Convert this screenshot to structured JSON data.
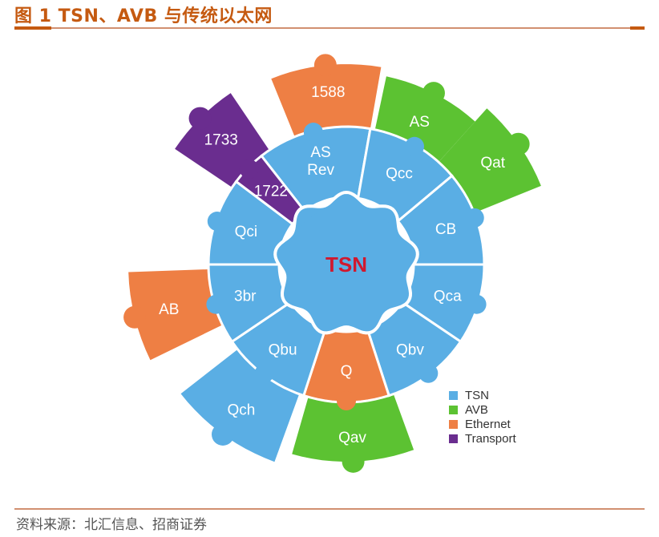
{
  "title": "图 1 TSN、AVB 与传统以太网",
  "source": "资料来源：北汇信息、招商证券",
  "colors": {
    "tsn": "#5aaee4",
    "avb": "#5cc232",
    "ethernet": "#ee7f44",
    "transport": "#6a2d8f",
    "center": "#5aaee4",
    "center_text": "#d0192f",
    "title": "#c55a11",
    "rule": "#d19070"
  },
  "center": "TSN",
  "segments": [
    {
      "label": "AS Rev",
      "label_lines": [
        "AS",
        "Rev"
      ],
      "category": "tsn"
    },
    {
      "label": "Qcc",
      "category": "tsn"
    },
    {
      "label": "CB",
      "category": "tsn"
    },
    {
      "label": "Qca",
      "category": "tsn"
    },
    {
      "label": "Qbv",
      "category": "tsn"
    },
    {
      "label": "Q",
      "category": "ethernet"
    },
    {
      "label": "Qbu",
      "category": "tsn"
    },
    {
      "label": "3br",
      "category": "tsn"
    },
    {
      "label": "Qci",
      "category": "tsn"
    },
    {
      "label": "1722",
      "category": "transport"
    },
    {
      "label": "1588",
      "category": "ethernet"
    },
    {
      "label": "AS",
      "category": "avb"
    },
    {
      "label": "Qat",
      "category": "avb"
    },
    {
      "label": "1733",
      "category": "transport"
    },
    {
      "label": "AB",
      "category": "ethernet"
    },
    {
      "label": "Qch",
      "category": "tsn"
    },
    {
      "label": "Qav",
      "category": "avb"
    }
  ],
  "legend": [
    {
      "label": "TSN",
      "category": "tsn"
    },
    {
      "label": "AVB",
      "category": "avb"
    },
    {
      "label": "Ethernet",
      "category": "ethernet"
    },
    {
      "label": "Transport",
      "category": "transport"
    }
  ]
}
